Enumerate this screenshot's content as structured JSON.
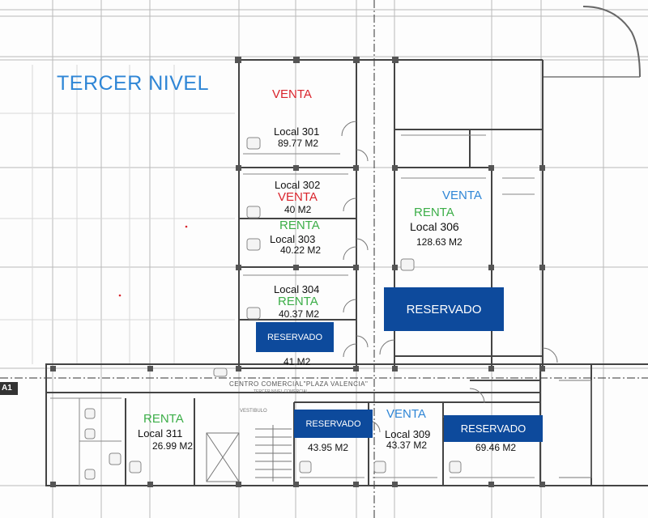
{
  "title": "TERCER NIVEL",
  "mall": {
    "name": "CENTRO COMERCIAL\"PLAZA VALENCIA\"",
    "subtitle": "TERCER NIVEL COMERCIAL"
  },
  "axis_marker": "A1",
  "status_colors": {
    "venta_red": "#d9242c",
    "venta_blue": "#2f86d6",
    "renta": "#3cae48",
    "reservado_bg": "#0d4a9c"
  },
  "units": {
    "l301": {
      "status": "VENTA",
      "name": "Local 301",
      "area": "89.77 M2"
    },
    "l302": {
      "status": "VENTA",
      "name": "Local 302",
      "area": "40 M2"
    },
    "l303": {
      "status": "RENTA",
      "name": "Local 303",
      "area": "40.22 M2"
    },
    "l304": {
      "status": "RENTA",
      "name": "Local 304",
      "area": "40.37 M2"
    },
    "l305": {
      "status": "RESERVADO",
      "area": "41 M2"
    },
    "l306": {
      "status_a": "VENTA",
      "status_b": "RENTA",
      "name": "Local 306",
      "area": "128.63 M2"
    },
    "l306_res": {
      "status": "RESERVADO"
    },
    "l311": {
      "status": "RENTA",
      "name": "Local 311",
      "area": "26.99 M2"
    },
    "l_bottom_a": {
      "status": "RESERVADO",
      "area": "43.95 M2"
    },
    "l309": {
      "status": "VENTA",
      "name": "Local 309",
      "area": "43.37 M2"
    },
    "l_bottom_c": {
      "status": "RESERVADO",
      "area": "69.46 M2"
    }
  },
  "labels": {
    "vestibulo": "VESTIBULO"
  }
}
